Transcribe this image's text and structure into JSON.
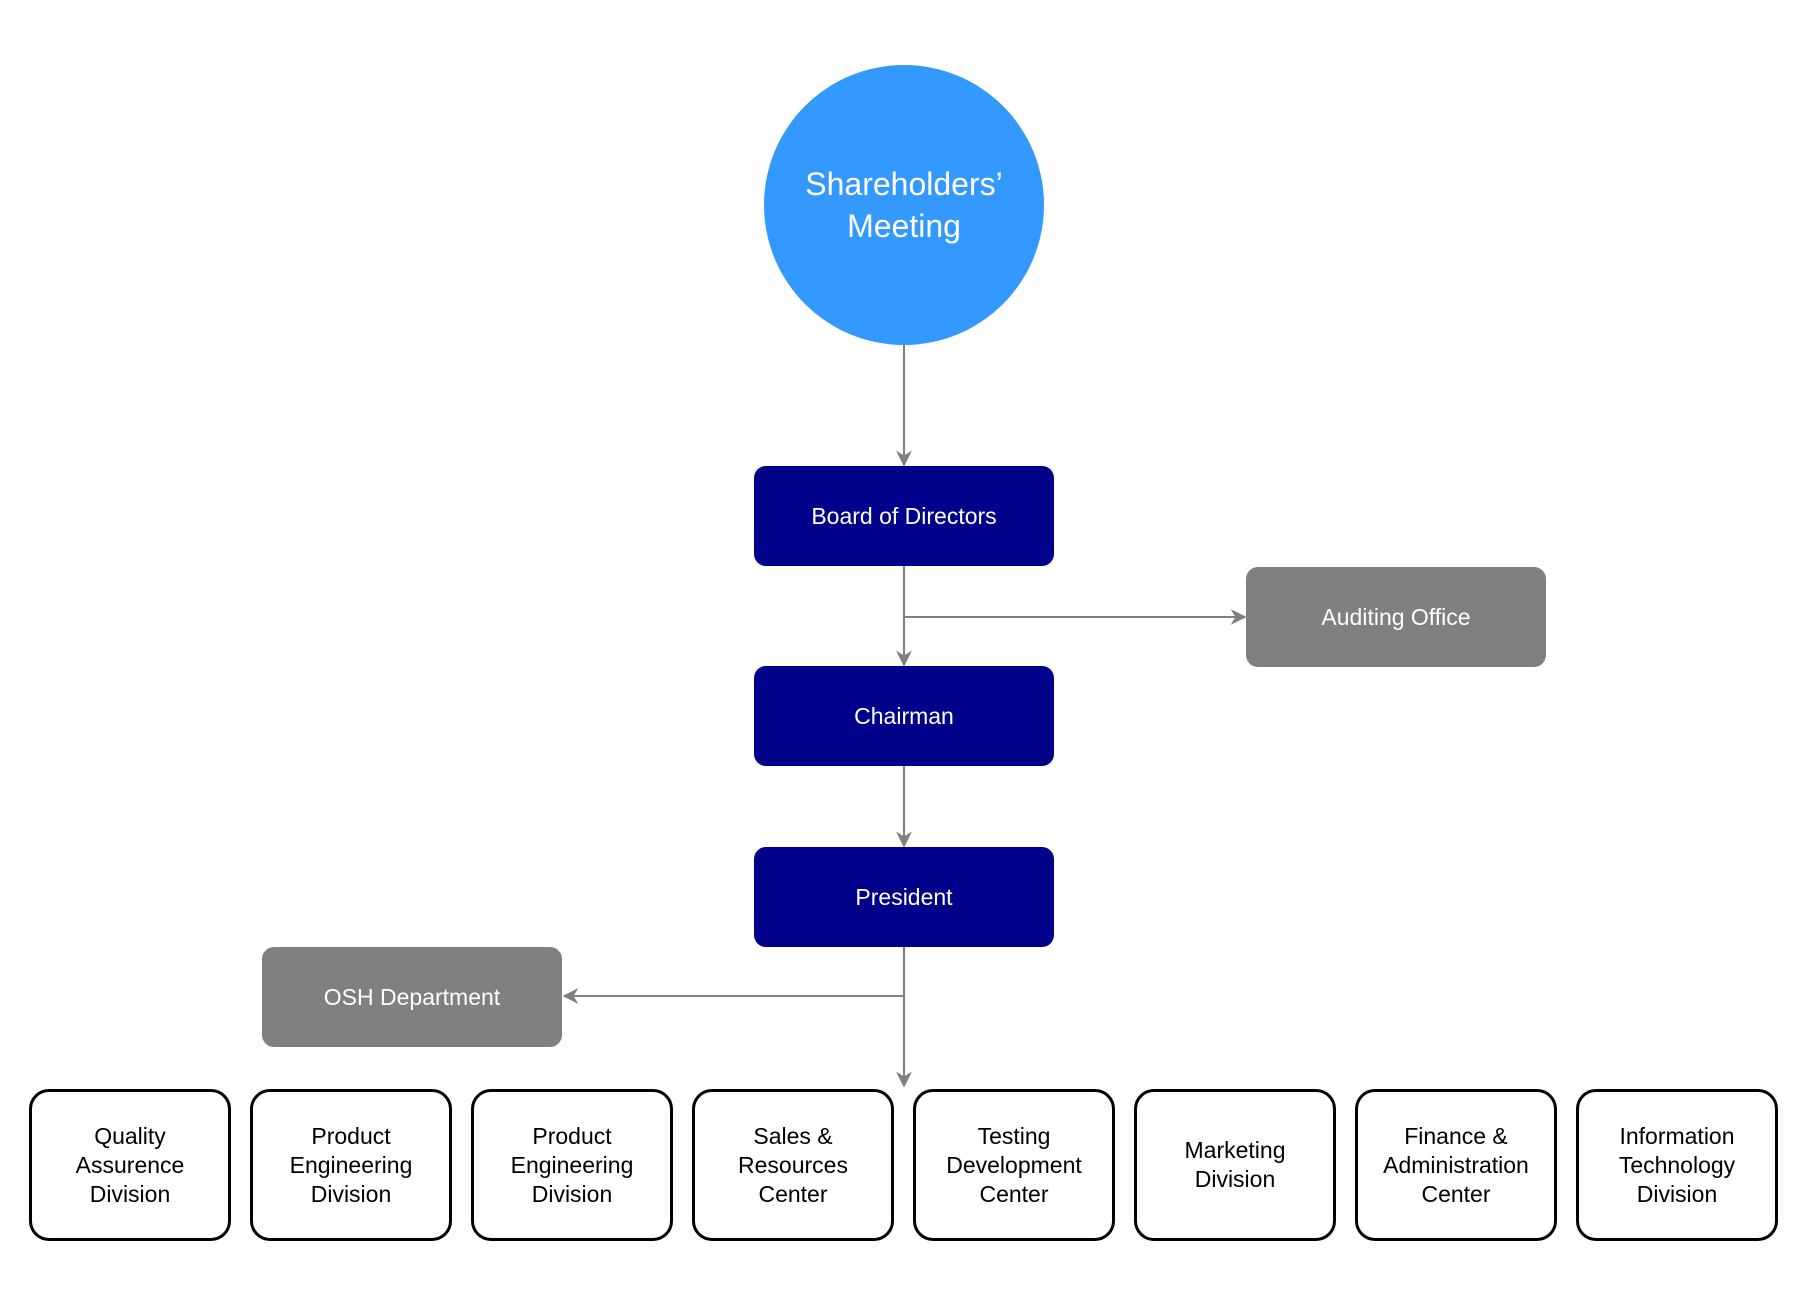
{
  "diagram": {
    "root": {
      "label": "Shareholders’\nMeeting"
    },
    "board": {
      "label": "Board of Directors"
    },
    "auditing": {
      "label": "Auditing Office"
    },
    "chairman": {
      "label": "Chairman"
    },
    "president": {
      "label": "President"
    },
    "osh": {
      "label": "OSH Department"
    },
    "divisions": [
      {
        "label": "Quality\nAssurence\nDivision"
      },
      {
        "label": "Product\nEngineering\nDivision"
      },
      {
        "label": "Product\nEngineering\nDivision"
      },
      {
        "label": "Sales &\nResources\nCenter"
      },
      {
        "label": "Testing\nDevelopment\nCenter"
      },
      {
        "label": "Marketing\nDivision"
      },
      {
        "label": "Finance &\nAdministration\nCenter"
      },
      {
        "label": "Information\nTechnology\nDivision"
      }
    ],
    "colors": {
      "root": "#3399ff",
      "executive": "#00008b",
      "staff": "#808080",
      "division_border": "#000000",
      "connector": "#808080"
    }
  }
}
